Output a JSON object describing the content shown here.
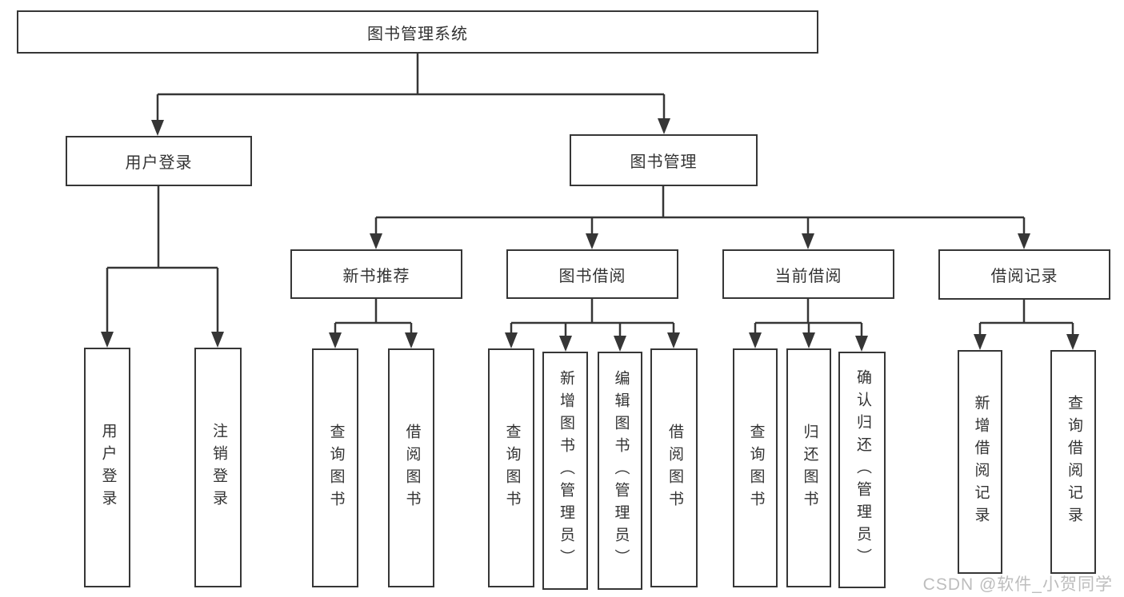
{
  "diagram": {
    "root": {
      "label": "图书管理系统"
    },
    "branches": [
      {
        "label": "用户登录",
        "children": [
          "用户登录",
          "注销登录"
        ]
      },
      {
        "label": "图书管理",
        "sections": [
          {
            "label": "新书推荐",
            "children": [
              "查询图书",
              "借阅图书"
            ]
          },
          {
            "label": "图书借阅",
            "children": [
              "查询图书",
              "新增图书（管理员）",
              "编辑图书（管理员）",
              "借阅图书"
            ]
          },
          {
            "label": "当前借阅",
            "children": [
              "查询图书",
              "归还图书",
              "确认归还（管理员）"
            ]
          },
          {
            "label": "借阅记录",
            "children": [
              "新增借阅记录",
              "查询借阅记录"
            ]
          }
        ]
      }
    ],
    "watermark": "CSDN @软件_小贺同学",
    "colors": {
      "line": "#363636",
      "text": "#333333",
      "watermark": "#bdbdbd",
      "background": "#ffffff"
    }
  }
}
